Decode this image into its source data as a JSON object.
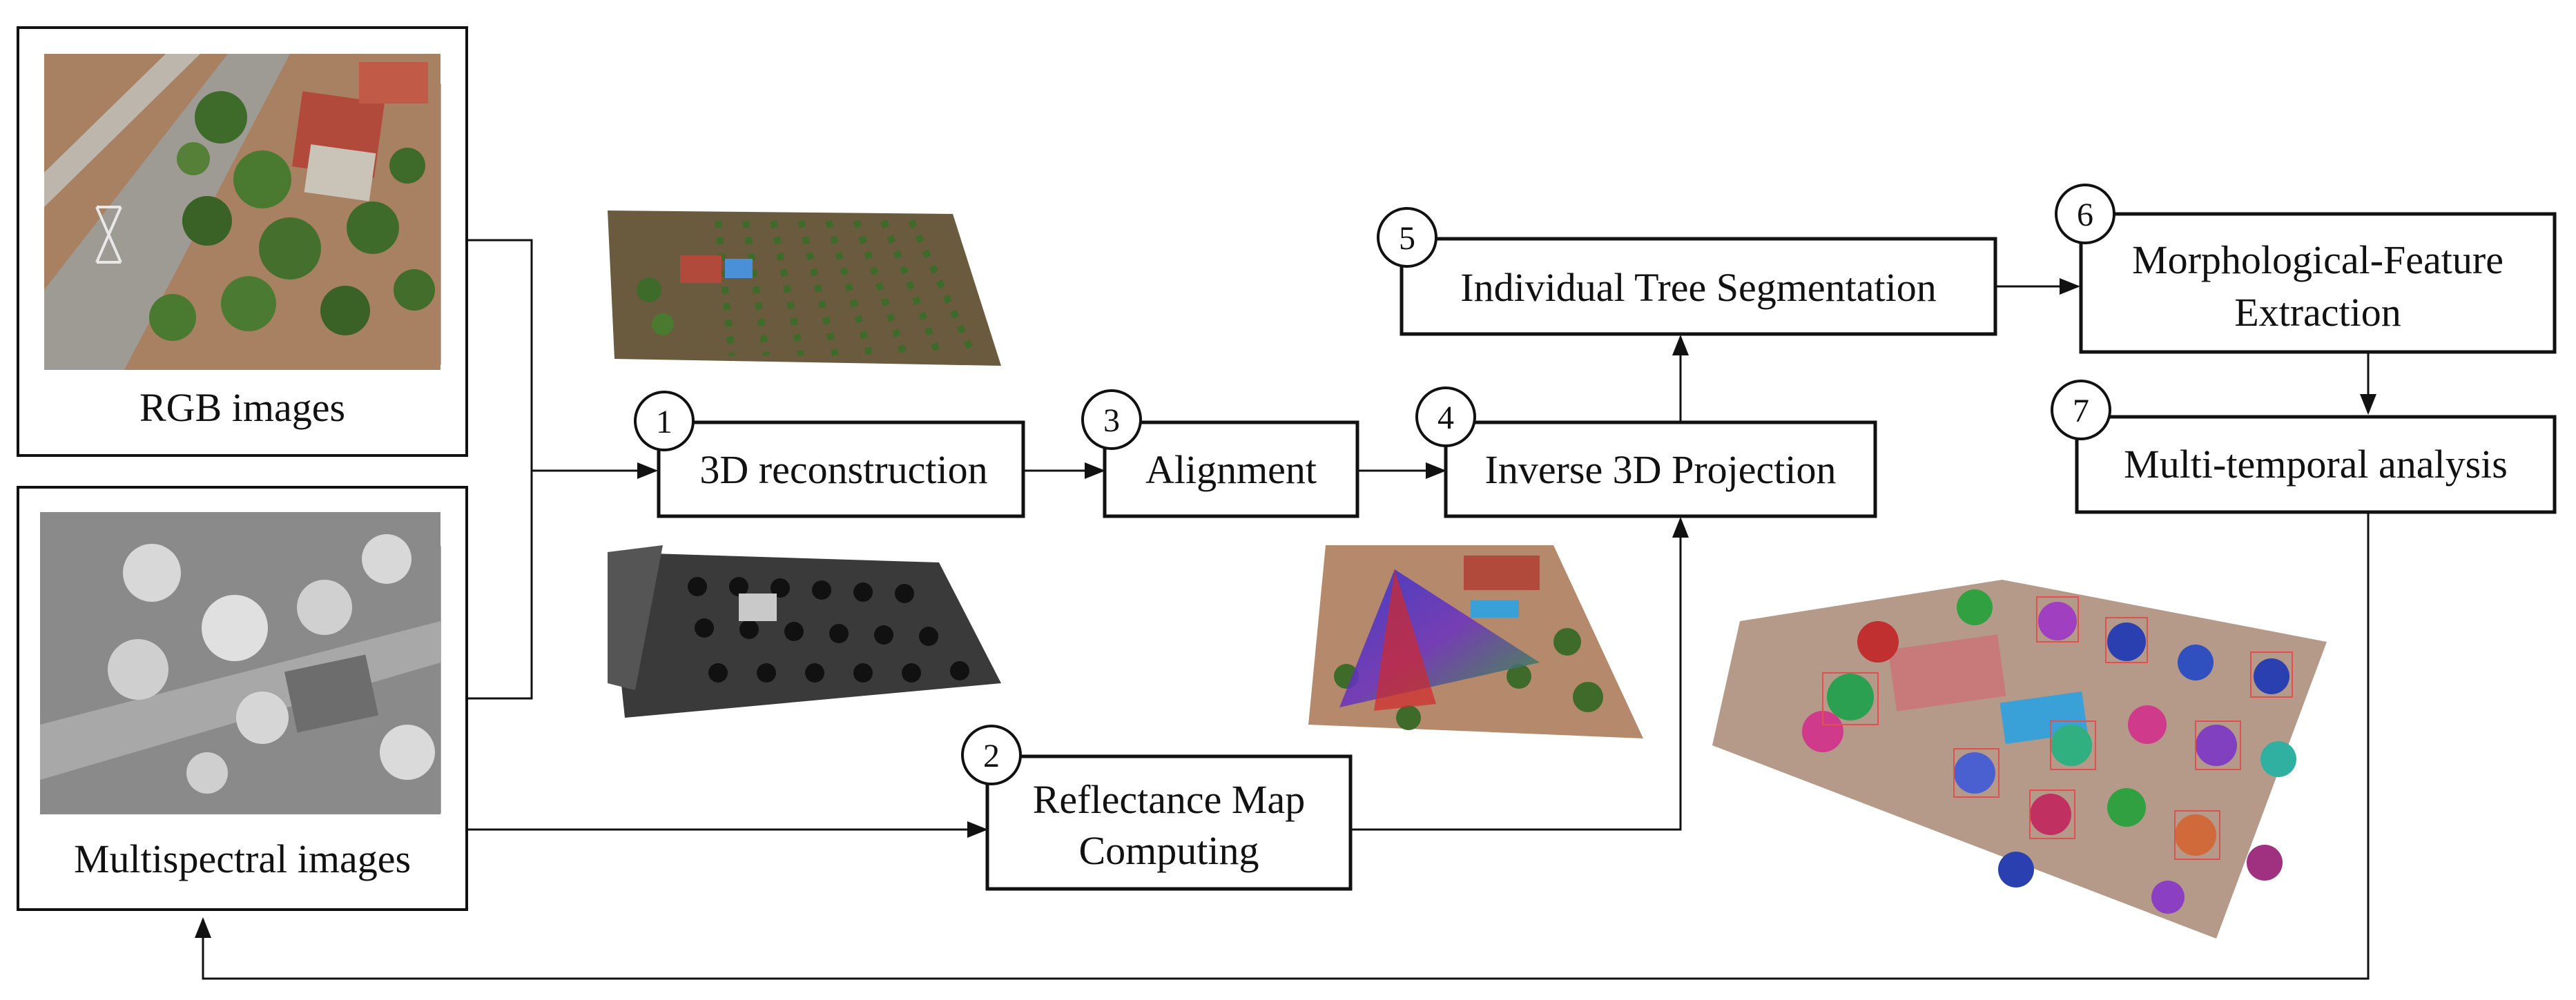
{
  "inputs": {
    "rgb_caption": "RGB images",
    "ms_caption": "Multispectral images"
  },
  "steps": [
    {
      "num": "1",
      "lines": [
        "3D reconstruction"
      ]
    },
    {
      "num": "2",
      "lines": [
        "Reflectance Map",
        "Computing"
      ]
    },
    {
      "num": "3",
      "lines": [
        "Alignment"
      ]
    },
    {
      "num": "4",
      "lines": [
        "Inverse 3D Projection"
      ]
    },
    {
      "num": "5",
      "lines": [
        "Individual Tree Segmentation"
      ]
    },
    {
      "num": "6",
      "lines": [
        "Morphological-Feature",
        "Extraction"
      ]
    },
    {
      "num": "7",
      "lines": [
        "Multi-temporal analysis"
      ]
    }
  ],
  "colors": {
    "line": "#111111",
    "soil": "#b58a6c",
    "tree_green": "#3f6b2a",
    "roof": "#b24a3c",
    "gray_dark": "#3a3a3a",
    "gray_light": "#c9c9c9",
    "segment_box": "#e05050"
  }
}
